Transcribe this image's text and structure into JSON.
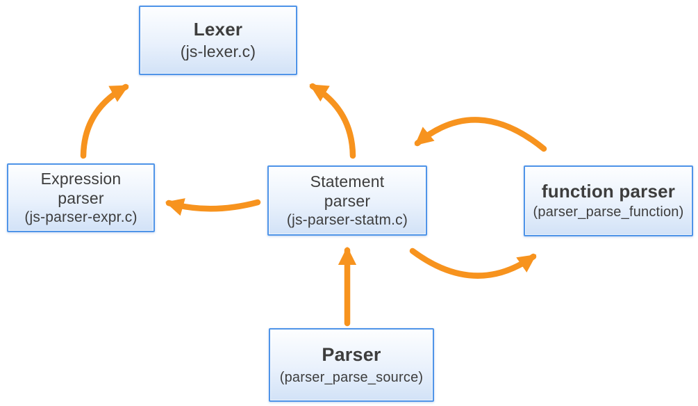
{
  "diagram": {
    "nodes": {
      "lexer": {
        "title": "Lexer",
        "subtitle": "(js-lexer.c)"
      },
      "expression_parser": {
        "title": "Expression\nparser",
        "subtitle": "(js-parser-expr.c)"
      },
      "statement_parser": {
        "title": "Statement\nparser",
        "subtitle": "(js-parser-statm.c)"
      },
      "function_parser": {
        "title": "function parser",
        "subtitle": "(parser_parse_function)"
      },
      "parser": {
        "title": "Parser",
        "subtitle": "(parser_parse_source)"
      }
    },
    "edges": [
      {
        "from": "Expression parser",
        "to": "Lexer"
      },
      {
        "from": "Statement parser",
        "to": "Lexer"
      },
      {
        "from": "Statement parser",
        "to": "Expression parser"
      },
      {
        "from": "function parser",
        "to": "Statement parser"
      },
      {
        "from": "Statement parser",
        "to": "function parser"
      },
      {
        "from": "Parser",
        "to": "Statement parser"
      }
    ],
    "colors": {
      "arrow": "#f7931e",
      "box_border": "#4f94e8",
      "box_fill_top": "#fdfeff",
      "box_fill_mid": "#e9f1fc",
      "box_fill_bottom": "#d2e2f7",
      "text": "#3d3d3d"
    }
  }
}
